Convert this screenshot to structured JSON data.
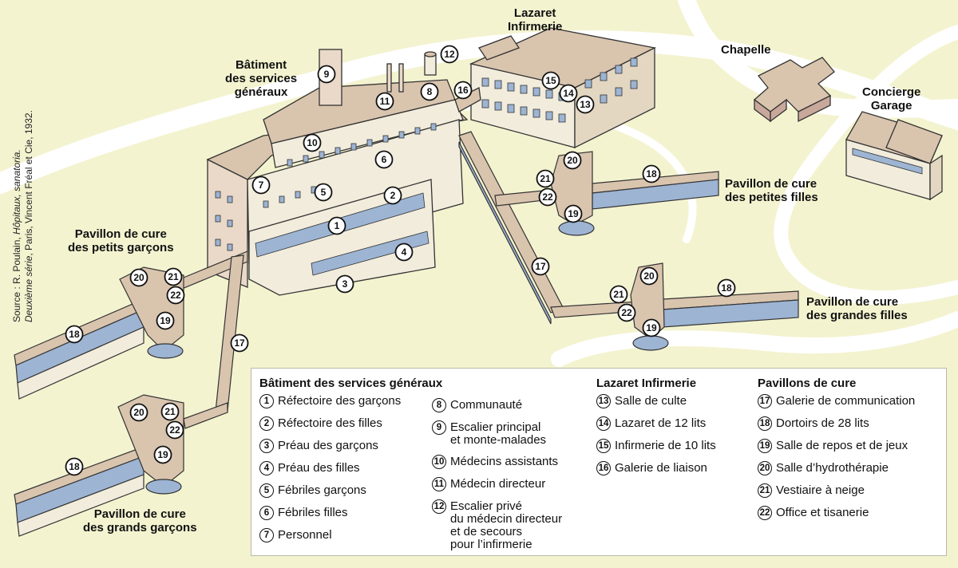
{
  "colors": {
    "background": "#f4f3d0",
    "road": "#ffffff",
    "wall": "#f2ecdc",
    "roof": "#d9c4ae",
    "shade": "#c9a89c",
    "glass": "#9db4d3",
    "ink": "#111111"
  },
  "source": {
    "line1_prefix": "Source : R. Poulain, ",
    "line1_italic": "Hôpitaux, sanatoria.",
    "line2_italic": "Deuxième série",
    "line2_rest": ", Paris, Vincent Fréal et Cie, 1932."
  },
  "labels": {
    "services": [
      "Bâtiment",
      "des services",
      "généraux"
    ],
    "lazaret": [
      "Lazaret",
      "Infirmerie"
    ],
    "chapelle": [
      "Chapelle"
    ],
    "concierge": [
      "Concierge",
      "Garage"
    ],
    "petites_filles": [
      "Pavillon de cure",
      "des petites filles"
    ],
    "grandes_filles": [
      "Pavillon de cure",
      "des grandes filles"
    ],
    "petits_garcons": [
      "Pavillon de cure",
      "des petits garçons"
    ],
    "grands_garcons": [
      "Pavillon de cure",
      "des grands garçons"
    ]
  },
  "badges": [
    {
      "n": "1"
    },
    {
      "n": "2"
    },
    {
      "n": "3"
    },
    {
      "n": "4"
    },
    {
      "n": "5"
    },
    {
      "n": "6"
    },
    {
      "n": "7"
    },
    {
      "n": "8"
    },
    {
      "n": "9"
    },
    {
      "n": "10"
    },
    {
      "n": "11"
    },
    {
      "n": "12"
    },
    {
      "n": "13"
    },
    {
      "n": "14"
    },
    {
      "n": "15"
    },
    {
      "n": "16"
    },
    {
      "n": "17"
    },
    {
      "n": "17"
    },
    {
      "n": "18"
    },
    {
      "n": "19"
    },
    {
      "n": "20"
    },
    {
      "n": "21"
    },
    {
      "n": "22"
    },
    {
      "n": "18"
    },
    {
      "n": "19"
    },
    {
      "n": "20"
    },
    {
      "n": "21"
    },
    {
      "n": "22"
    },
    {
      "n": "18"
    },
    {
      "n": "19"
    },
    {
      "n": "20"
    },
    {
      "n": "21"
    },
    {
      "n": "22"
    },
    {
      "n": "18"
    },
    {
      "n": "19"
    },
    {
      "n": "20"
    },
    {
      "n": "21"
    },
    {
      "n": "22"
    }
  ],
  "legend": {
    "services": {
      "title": "Bâtiment des services généraux",
      "items": [
        {
          "n": "1",
          "lines": [
            "Réfectoire des garçons"
          ]
        },
        {
          "n": "2",
          "lines": [
            "Réfectoire des filles"
          ]
        },
        {
          "n": "3",
          "lines": [
            "Préau des garçons"
          ]
        },
        {
          "n": "4",
          "lines": [
            "Préau des filles"
          ]
        },
        {
          "n": "5",
          "lines": [
            "Fébriles garçons"
          ]
        },
        {
          "n": "6",
          "lines": [
            "Fébriles filles"
          ]
        },
        {
          "n": "7",
          "lines": [
            "Personnel"
          ]
        }
      ]
    },
    "services_cont": {
      "items": [
        {
          "n": "8",
          "lines": [
            "Communauté"
          ]
        },
        {
          "n": "9",
          "lines": [
            "Escalier principal",
            "et monte-malades"
          ]
        },
        {
          "n": "10",
          "lines": [
            "Médecins assistants"
          ]
        },
        {
          "n": "11",
          "lines": [
            "Médecin directeur"
          ]
        },
        {
          "n": "12",
          "lines": [
            "Escalier privé",
            "du médecin directeur",
            "et de secours",
            "pour l’infirmerie"
          ]
        }
      ]
    },
    "lazaret": {
      "title": "Lazaret Infirmerie",
      "items": [
        {
          "n": "13",
          "lines": [
            "Salle de culte"
          ]
        },
        {
          "n": "14",
          "lines": [
            "Lazaret de 12 lits"
          ]
        },
        {
          "n": "15",
          "lines": [
            "Infirmerie de 10 lits"
          ]
        },
        {
          "n": "16",
          "lines": [
            "Galerie de liaison"
          ]
        }
      ]
    },
    "pavillons": {
      "title": "Pavillons de cure",
      "items": [
        {
          "n": "17",
          "lines": [
            "Galerie de communication"
          ]
        },
        {
          "n": "18",
          "lines": [
            "Dortoirs de 28 lits"
          ]
        },
        {
          "n": "19",
          "lines": [
            "Salle de repos et de jeux"
          ]
        },
        {
          "n": "20",
          "lines": [
            "Salle d’hydrothérapie"
          ]
        },
        {
          "n": "21",
          "lines": [
            "Vestiaire à neige"
          ]
        },
        {
          "n": "22",
          "lines": [
            "Office et tisanerie"
          ]
        }
      ]
    }
  }
}
